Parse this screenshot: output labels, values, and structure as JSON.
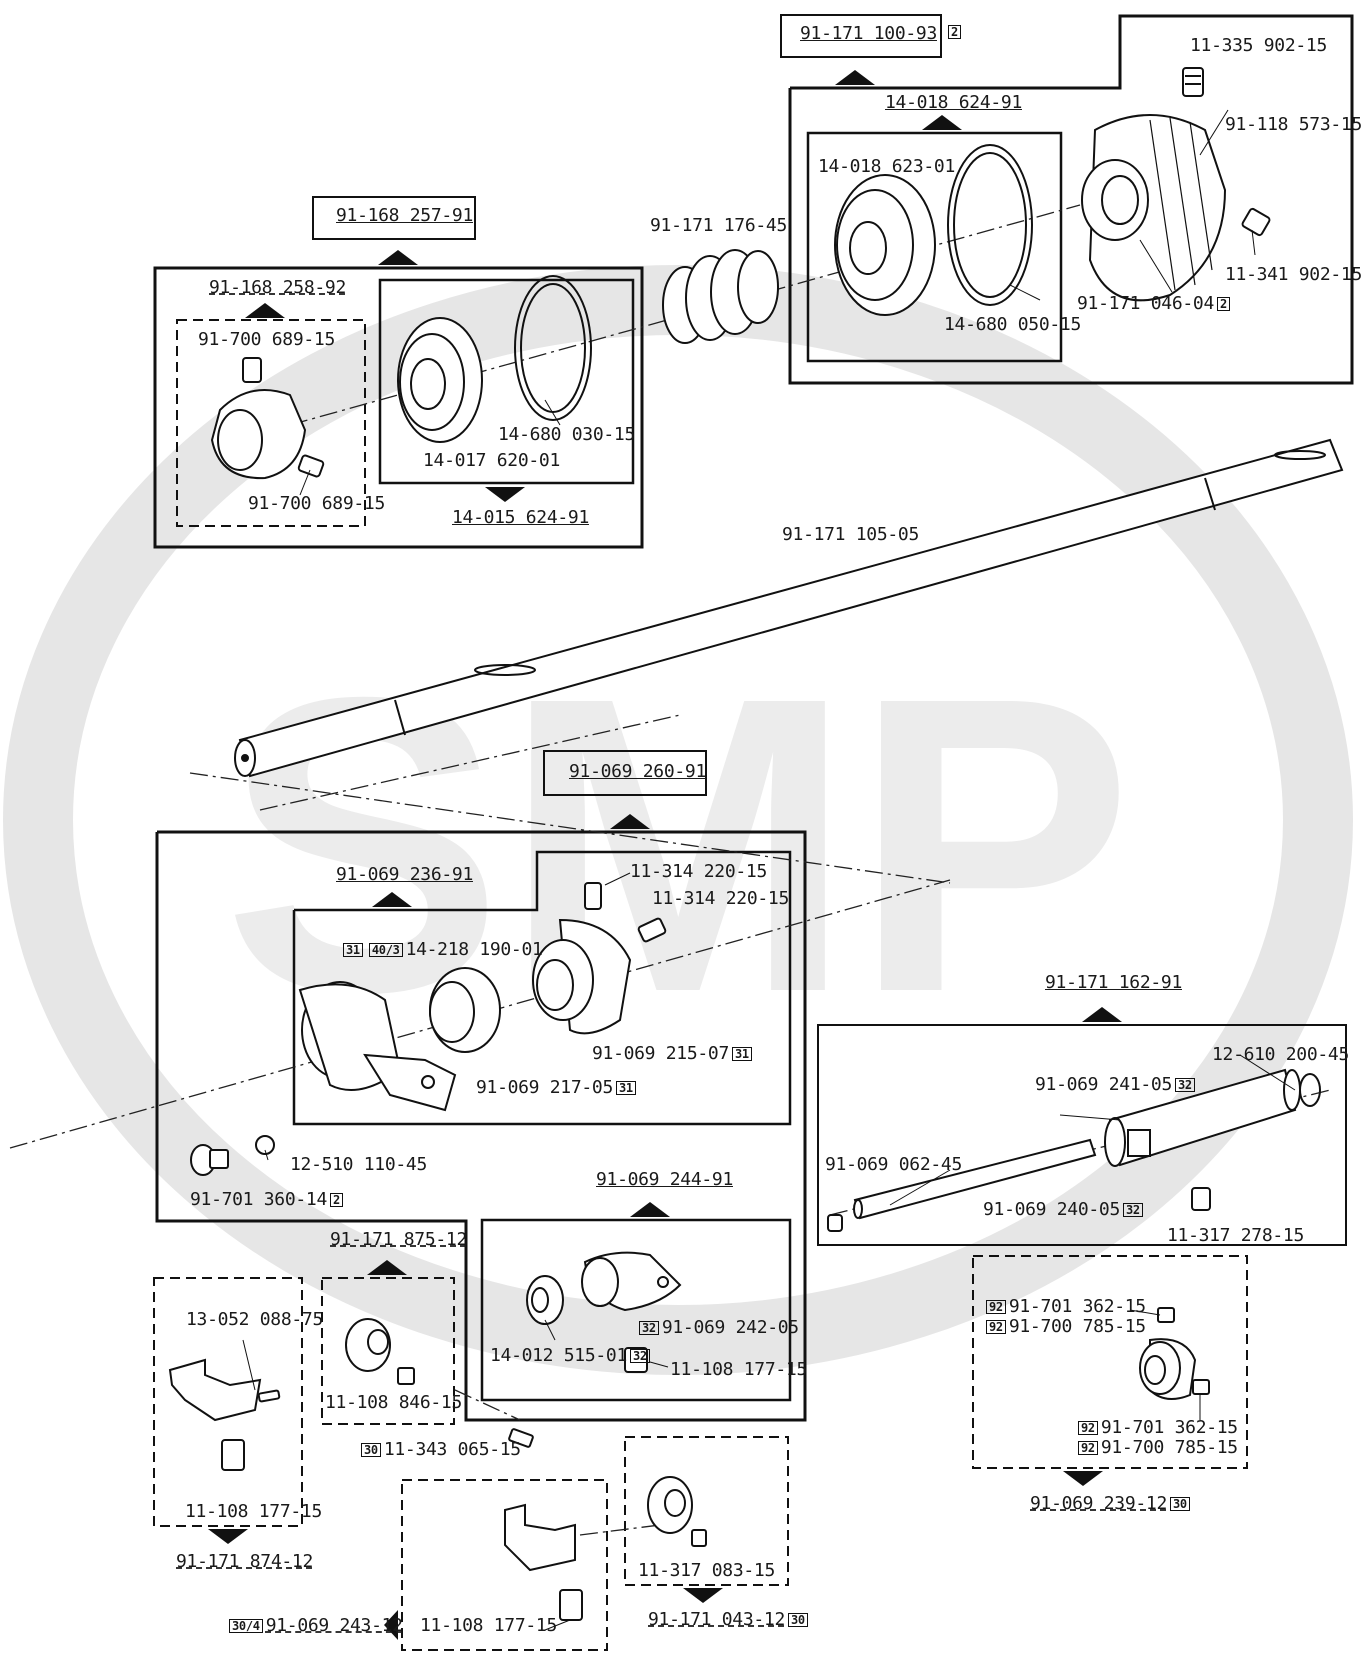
{
  "watermark": {
    "text": "SMP"
  },
  "assemblies": [
    {
      "id": "a1",
      "code": "91-171 100-93",
      "ref": "2"
    },
    {
      "id": "a2",
      "code": "14-018 624-91"
    },
    {
      "id": "a3",
      "code": "91-168 257-91"
    },
    {
      "id": "a4",
      "code": "91-168 258-92"
    },
    {
      "id": "a5",
      "code": "14-015 624-91"
    },
    {
      "id": "a6",
      "code": "91-069 260-91"
    },
    {
      "id": "a7",
      "code": "91-069 236-91"
    },
    {
      "id": "a8",
      "code": "91-171 162-91"
    },
    {
      "id": "a9",
      "code": "91-069 244-91"
    },
    {
      "id": "a10",
      "code": "91-171 875-12"
    },
    {
      "id": "a11",
      "code": "91-171 874-12"
    },
    {
      "id": "a12",
      "code": "91-069 239-12",
      "ref": "30"
    },
    {
      "id": "a13",
      "code": "91-069 243-12",
      "ref": "30/4"
    },
    {
      "id": "a14",
      "code": "91-171 043-12",
      "ref": "30"
    }
  ],
  "parts": [
    {
      "code": "11-335 902-15"
    },
    {
      "code": "91-118 573-15"
    },
    {
      "code": "14-018 623-01"
    },
    {
      "code": "11-341 902-15"
    },
    {
      "code": "91-171 046-04",
      "ref": "2"
    },
    {
      "code": "14-680 050-15"
    },
    {
      "code": "91-171 176-45"
    },
    {
      "code": "91-700 689-15"
    },
    {
      "code": "91-700 689-15"
    },
    {
      "code": "14-680 030-15"
    },
    {
      "code": "14-017 620-01"
    },
    {
      "code": "91-171 105-05"
    },
    {
      "code": "11-314 220-15"
    },
    {
      "code": "11-314 220-15"
    },
    {
      "code": "14-218 190-01",
      "ref_a": "31",
      "ref_b": "40/3"
    },
    {
      "code": "91-069 215-07",
      "ref": "31"
    },
    {
      "code": "91-069 217-05",
      "ref": "31"
    },
    {
      "code": "12-510 110-45"
    },
    {
      "code": "91-701 360-14",
      "ref": "2"
    },
    {
      "code": "12-610 200-45"
    },
    {
      "code": "91-069 241-05",
      "ref": "32"
    },
    {
      "code": "91-069 062-45"
    },
    {
      "code": "91-069 240-05",
      "ref": "32"
    },
    {
      "code": "11-317 278-15"
    },
    {
      "code": "91-701 362-15",
      "ref": "92"
    },
    {
      "code": "91-700 785-15",
      "ref": "92"
    },
    {
      "code": "91-701 362-15",
      "ref": "92"
    },
    {
      "code": "91-700 785-15",
      "ref": "92"
    },
    {
      "code": "91-069 242-05",
      "ref": "32"
    },
    {
      "code": "14-012 515-01",
      "ref": "32"
    },
    {
      "code": "11-108 177-15"
    },
    {
      "code": "13-052 088-75"
    },
    {
      "code": "11-108 846-15"
    },
    {
      "code": "11-343 065-15",
      "ref": "30"
    },
    {
      "code": "11-108 177-15"
    },
    {
      "code": "11-108 177-15"
    },
    {
      "code": "11-317 083-15"
    }
  ]
}
